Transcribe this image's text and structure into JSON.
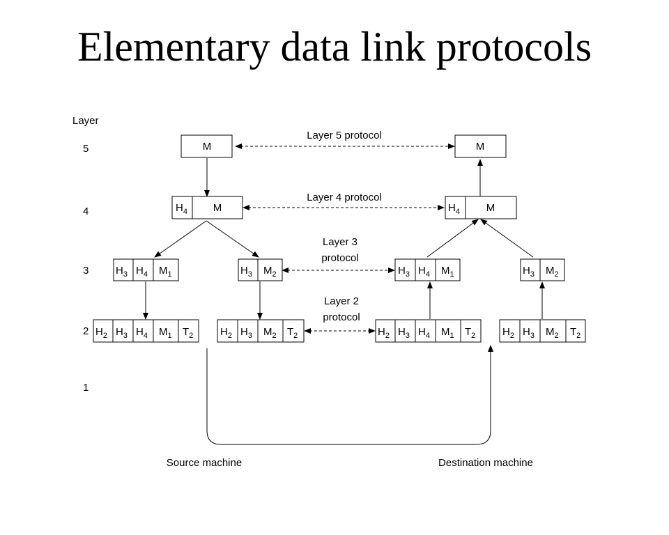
{
  "title": "Elementary data link protocols",
  "layer_header": "Layer",
  "layer_numbers": [
    "5",
    "4",
    "3",
    "2",
    "1"
  ],
  "protocols": {
    "layer5": "Layer 5 protocol",
    "layer4": "Layer 4 protocol",
    "layer3_line1": "Layer 3",
    "layer3_line2": "protocol",
    "layer2_line1": "Layer 2",
    "layer2_line2": "protocol"
  },
  "machines": {
    "source": "Source machine",
    "destination": "Destination machine"
  },
  "cells": {
    "M": "M",
    "H": "H",
    "T": "T",
    "s1": "1",
    "s2": "2",
    "s3": "3",
    "s4": "4"
  }
}
